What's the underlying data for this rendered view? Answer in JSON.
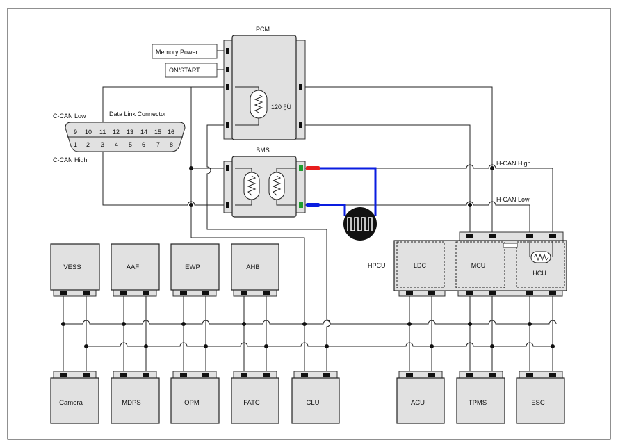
{
  "pcm": {
    "title": "PCM",
    "inputs": [
      "Memory Power",
      "ON/START"
    ],
    "resistor": "120 §Ù"
  },
  "dlc": {
    "title": "Data Link Connector",
    "top_pins": [
      "9",
      "10",
      "11",
      "12",
      "13",
      "14",
      "15",
      "16"
    ],
    "bottom_pins": [
      "1",
      "2",
      "3",
      "4",
      "5",
      "6",
      "7",
      "8"
    ],
    "can_low": "C-CAN Low",
    "can_high": "C-CAN High"
  },
  "bms": {
    "title": "BMS"
  },
  "hcan": {
    "high": "H-CAN High",
    "low": "H-CAN Low"
  },
  "hpcu": {
    "title": "HPCU",
    "ldc": "LDC",
    "mcu": "MCU",
    "hcu": "HCU"
  },
  "top_modules": [
    "VESS",
    "AAF",
    "EWP",
    "AHB"
  ],
  "bottom_modules": [
    "Camera",
    "MDPS",
    "OPM",
    "FATC",
    "CLU",
    "ACU",
    "TPMS",
    "ESC"
  ],
  "colors": {
    "module_fill": "#e1e1e1",
    "hcan_wire": "#0a1de0",
    "connector_red": "#e81e1e",
    "connector_green": "#1e9e2e",
    "line": "#222222"
  }
}
